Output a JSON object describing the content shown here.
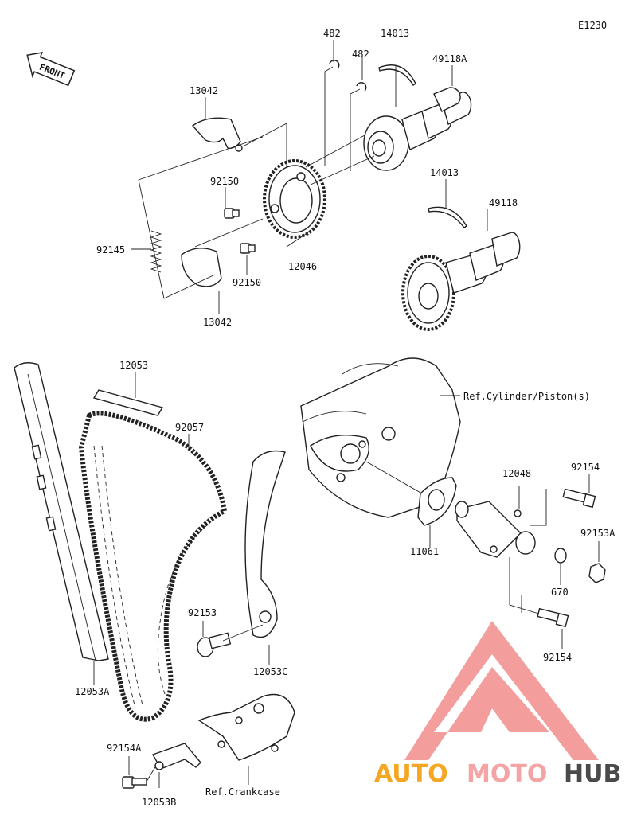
{
  "diagram_code": "E1230",
  "front_label": "FRONT",
  "parts": {
    "p482a": "482",
    "p482b": "482",
    "p14013a": "14013",
    "p49118a": "49118A",
    "p13042a": "13042",
    "p92150a": "92150",
    "p14013b": "14013",
    "p49118": "49118",
    "p92145": "92145",
    "p12046": "12046",
    "p92150b": "92150",
    "p13042b": "13042",
    "p12053": "12053",
    "p92057": "92057",
    "ref_cyl": "Ref.Cylinder/Piston(s)",
    "p12048": "12048",
    "p92154a": "92154",
    "p92153a": "92153A",
    "p11061": "11061",
    "p670": "670",
    "p92153": "92153",
    "p12053c": "12053C",
    "p92154b": "92154",
    "p12053a": "12053A",
    "p92154aa": "92154A",
    "p12053b": "12053B",
    "ref_crank": "Ref.Crankcase"
  },
  "logo": {
    "part1": "AUTO",
    "part2": "MOTO",
    "part3": "HUB",
    "color1": "#f5a623",
    "color2": "#f4a4a4",
    "color3": "#4a4a4a",
    "mark_color": "#f08080"
  }
}
